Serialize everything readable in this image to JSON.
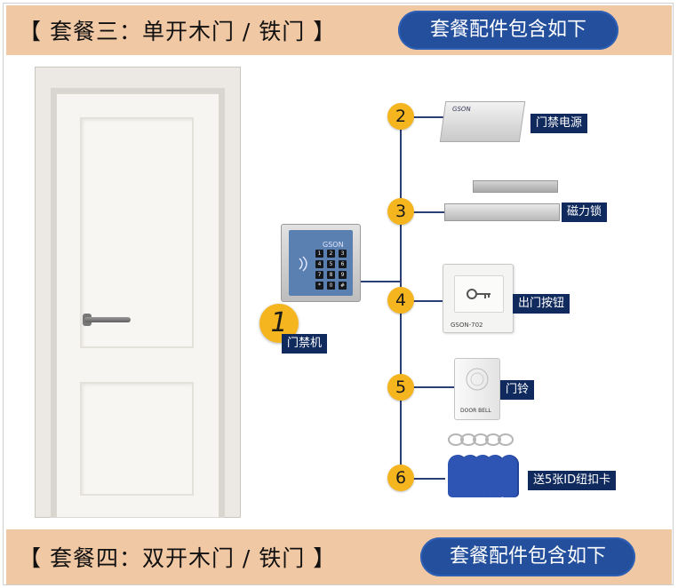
{
  "top_banner": {
    "title": "【 套餐三：单开木门 / 铁门 】",
    "pill": "套餐配件包含如下"
  },
  "bottom_banner": {
    "title": "【 套餐四：双开木门 / 铁门 】",
    "pill": "套餐配件包含如下"
  },
  "controller": {
    "number": "1",
    "label": "门禁机",
    "brand": "GSON",
    "keys": [
      "1",
      "2",
      "3",
      "4",
      "5",
      "6",
      "7",
      "8",
      "9",
      "*",
      "0",
      "#"
    ]
  },
  "items": [
    {
      "number": "2",
      "label": "门禁电源"
    },
    {
      "number": "3",
      "label": "磁力锁"
    },
    {
      "number": "4",
      "label": "出门按钮"
    },
    {
      "number": "5",
      "label": "门铃"
    },
    {
      "number": "6",
      "label": "送5张ID纽扣卡"
    }
  ],
  "colors": {
    "banner": "#f1c8a4",
    "pill": "#234f9c",
    "badge": "#f5b51e",
    "label": "#102a5e"
  }
}
